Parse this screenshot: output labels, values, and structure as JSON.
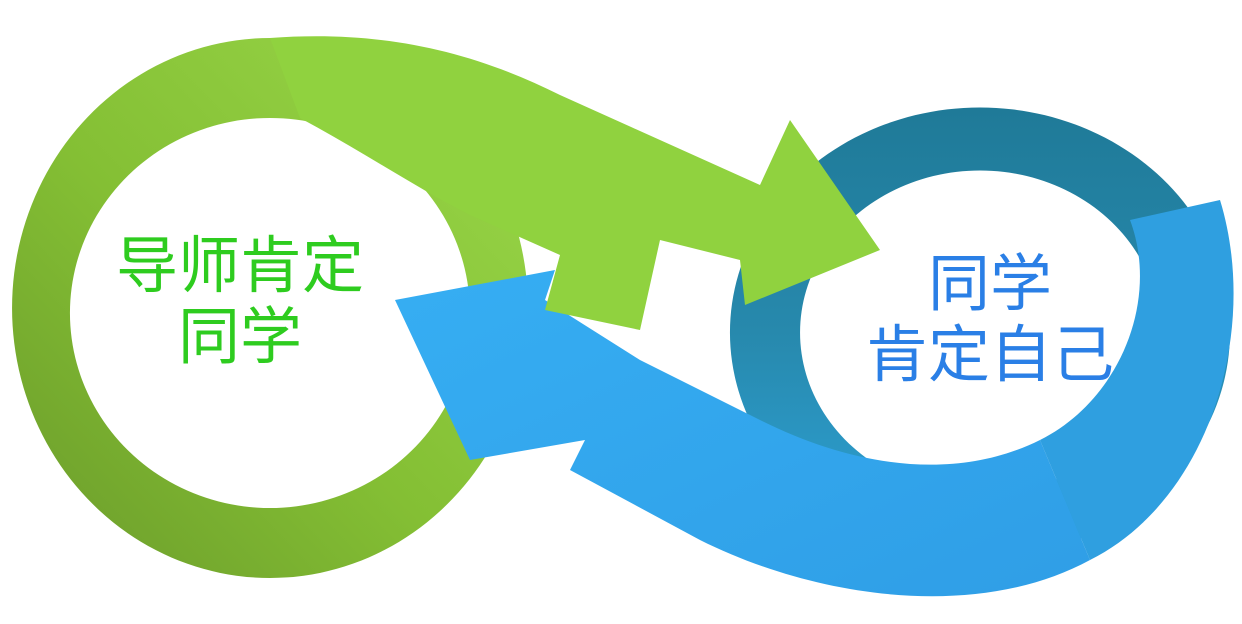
{
  "left_loop": {
    "line1": "导师肯定",
    "line2": "同学",
    "text_color": "#2ecc1f",
    "arrow_color": "#8bd43a"
  },
  "right_loop": {
    "line1": "同学",
    "line2": "肯定自己",
    "text_color": "#2a7fe6",
    "arrow_color": "#34a9ee"
  }
}
